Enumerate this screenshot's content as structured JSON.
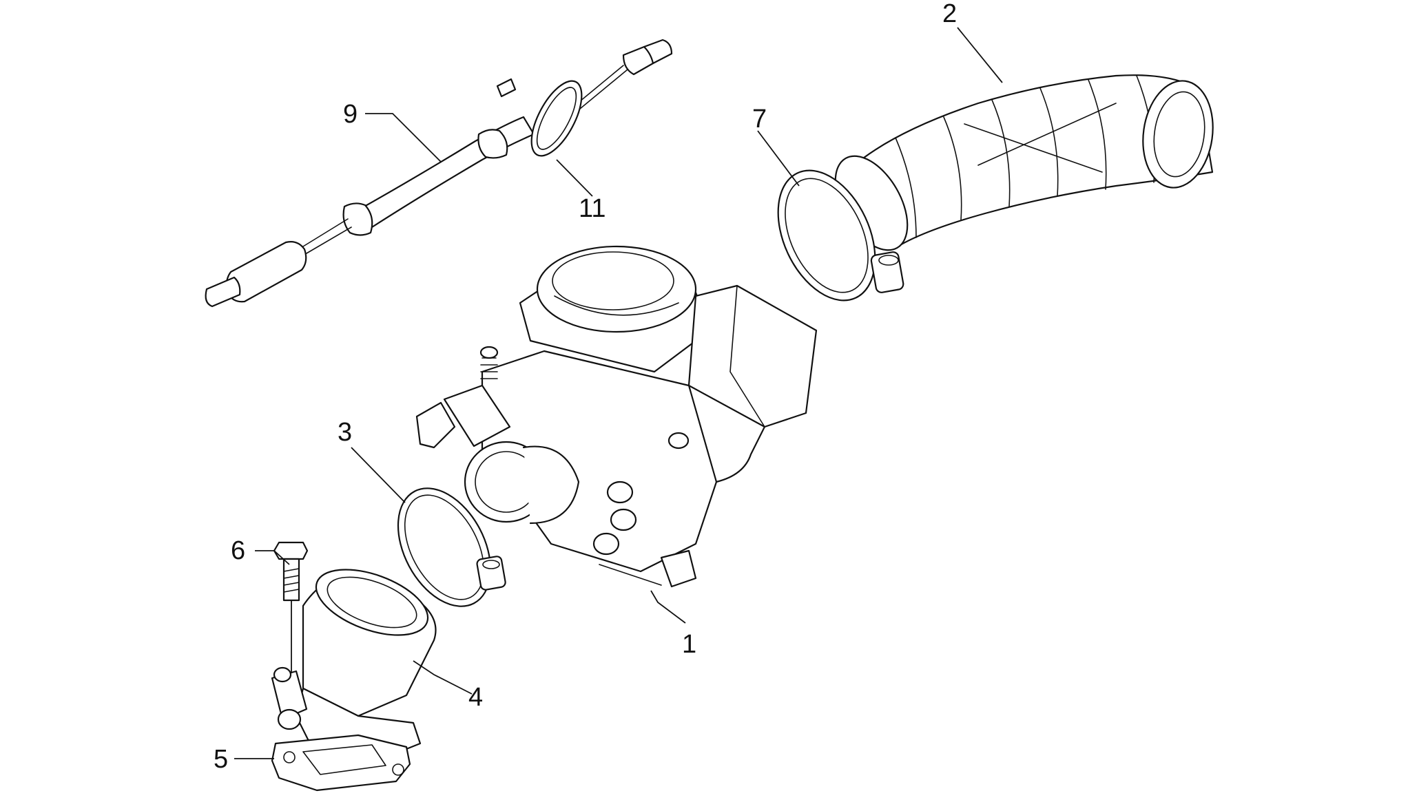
{
  "callouts": {
    "c1": "1",
    "c2": "2",
    "c3": "3",
    "c4": "4",
    "c5": "5",
    "c6": "6",
    "c7": "7",
    "c9": "9",
    "c11": "11"
  },
  "colors": {
    "line": "#111111",
    "background": "#ffffff"
  }
}
